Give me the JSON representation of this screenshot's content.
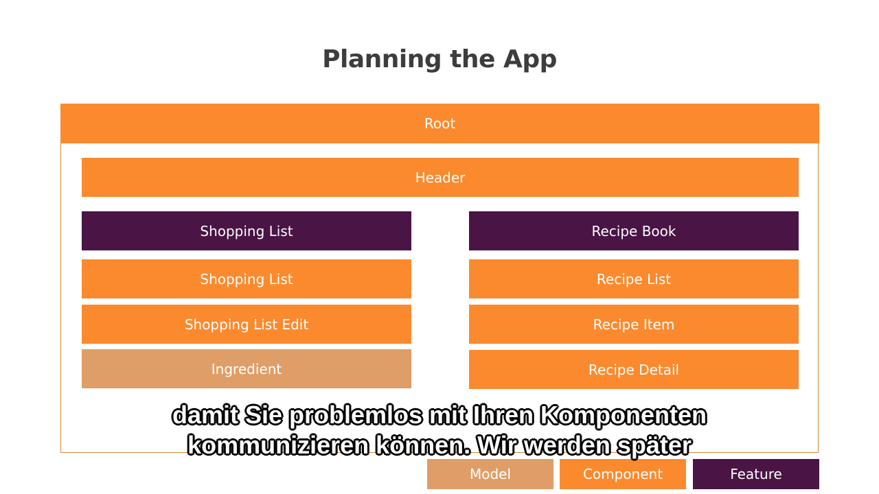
{
  "slide": {
    "title": "Planning the App"
  },
  "diagram": {
    "root": "Root",
    "header": "Header",
    "left_column": {
      "feature": "Shopping List",
      "components": [
        "Shopping List",
        "Shopping List Edit"
      ],
      "model": "Ingredient"
    },
    "right_column": {
      "feature": "Recipe Book",
      "components": [
        "Recipe List",
        "Recipe Item",
        "Recipe Detail"
      ]
    }
  },
  "legend": {
    "model": "Model",
    "component": "Component",
    "feature": "Feature"
  },
  "subtitles": {
    "line1": "damit Sie problemlos mit Ihren Komponenten",
    "line2": "kommunizieren können. Wir werden später"
  },
  "colors": {
    "component": "#fb8a2e",
    "feature": "#4a1445",
    "model": "#df9e67",
    "title": "#3d3d3d"
  }
}
